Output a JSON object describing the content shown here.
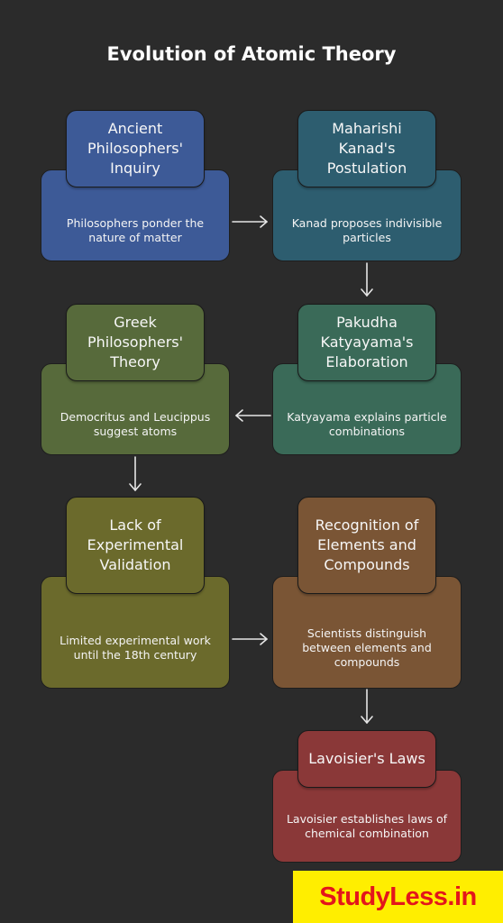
{
  "title": "Evolution of Atomic Theory",
  "steps": [
    {
      "heading": "Ancient Philosophers' Inquiry",
      "text": "Philosophers ponder the nature of matter",
      "head_color": "#3d5a97",
      "body_color": "#3d5a97"
    },
    {
      "heading": "Maharishi Kanad's Postulation",
      "text": "Kanad proposes indivisible particles",
      "head_color": "#2d5d6f",
      "body_color": "#2d5d6f"
    },
    {
      "heading": "Pakudha Katyayama's Elaboration",
      "text": "Katyayama explains particle combinations",
      "head_color": "#3a6a58",
      "body_color": "#3a6a58"
    },
    {
      "heading": "Greek Philosophers' Theory",
      "text": "Democritus and Leucippus suggest atoms",
      "head_color": "#576a3b",
      "body_color": "#576a3b"
    },
    {
      "heading": "Lack of Experimental Validation",
      "text": "Limited experimental work until the 18th century",
      "head_color": "#6b6a2c",
      "body_color": "#6b6a2c"
    },
    {
      "heading": "Recognition of Elements and Compounds",
      "text": "Scientists distinguish between elements and compounds",
      "head_color": "#7a5535",
      "body_color": "#7a5535"
    },
    {
      "heading": "Lavoisier's Laws",
      "text": "Lavoisier establishes laws of chemical combination",
      "head_color": "#8a3838",
      "body_color": "#8a3838"
    }
  ],
  "watermark": "StudyLess.in"
}
